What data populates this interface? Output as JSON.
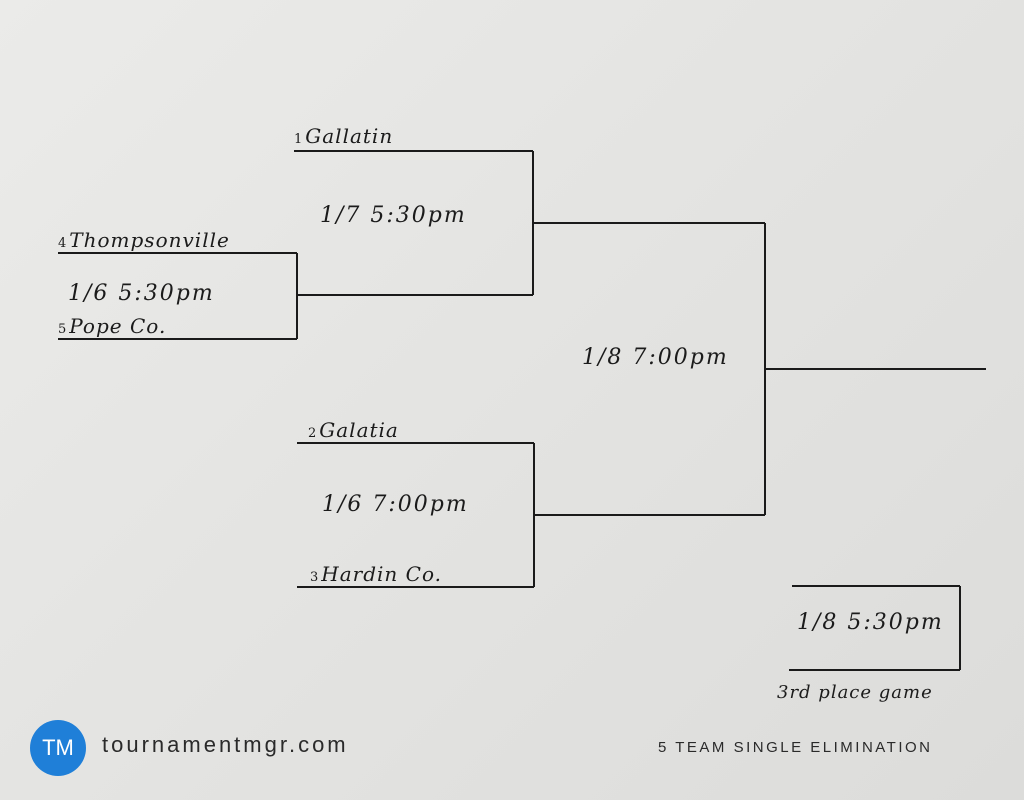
{
  "bracket": {
    "teams": [
      {
        "seed": "1",
        "name": "Gallatin"
      },
      {
        "seed": "4",
        "name": "Thompsonville"
      },
      {
        "seed": "5",
        "name": "Pope Co."
      },
      {
        "seed": "2",
        "name": "Galatia"
      },
      {
        "seed": "3",
        "name": "Hardin Co."
      }
    ],
    "games": [
      {
        "label": "1/6 5:30pm"
      },
      {
        "label": "1/7 5:30pm"
      },
      {
        "label": "1/6 7:00pm"
      },
      {
        "label": "1/8 7:00pm"
      }
    ],
    "third_place": {
      "time": "1/8 5:30pm",
      "caption": "3rd place game"
    }
  },
  "footer": {
    "logo_text": "TM",
    "site": "tournamentmgr.com",
    "format": "5 TEAM SINGLE ELIMINATION",
    "brand_color": "#1f7fd8"
  }
}
